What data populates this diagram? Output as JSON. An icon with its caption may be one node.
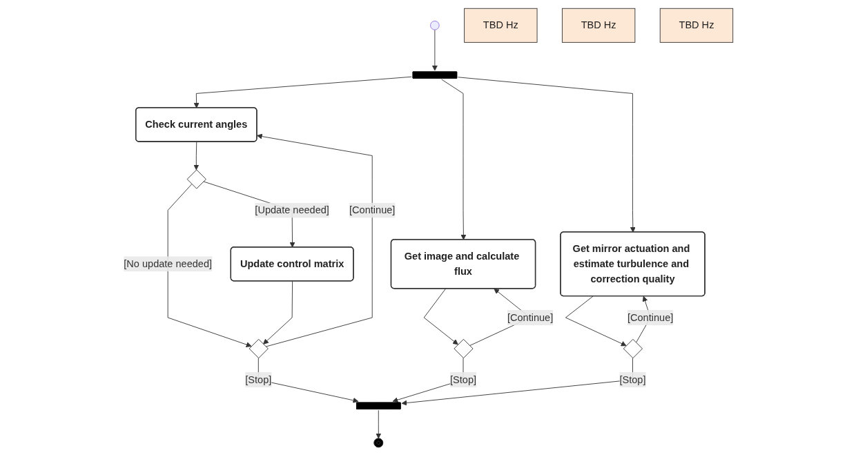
{
  "diagram": {
    "nodes": [
      {
        "text": [],
        "shape": "circle"
      },
      {
        "text": [],
        "shape": "bar"
      },
      {
        "text": [
          "TBD Hz"
        ]
      },
      {
        "text": [
          "Check current angles"
        ]
      },
      {
        "text": [],
        "shape": "diamond"
      },
      {
        "text": [
          "Update control matrix"
        ]
      },
      {
        "text": [],
        "shape": "diamond"
      },
      {
        "text": [
          "TBD Hz"
        ]
      },
      {
        "text": [
          "Get image and calculate flux"
        ]
      },
      {
        "text": [],
        "shape": "diamond"
      },
      {
        "text": [
          "TBD Hz"
        ]
      },
      {
        "text": [
          "Get mirror actuation and estimate turbulence and correction quality"
        ]
      },
      {
        "text": [],
        "shape": "diamond"
      },
      {
        "text": [],
        "shape": "bar"
      },
      {
        "text": [],
        "shape": "bullseye"
      }
    ],
    "edges": [
      {
        "from": 0,
        "to": 1,
        "arrow": "to"
      },
      {
        "from": 1,
        "to": 3,
        "arrow": "to"
      },
      {
        "from": 1,
        "to": 8,
        "arrow": "to"
      },
      {
        "from": 1,
        "to": 11,
        "arrow": "to"
      },
      {
        "from": 3,
        "to": 4,
        "arrow": "to"
      },
      {
        "from": 4,
        "to": 5,
        "arrow": "to",
        "label": "[Update needed]"
      },
      {
        "from": 4,
        "to": 6,
        "arrow": "to",
        "label": "[No update needed]"
      },
      {
        "from": 5,
        "to": 6,
        "arrow": "to"
      },
      {
        "from": 6,
        "to": 3,
        "arrow": "to",
        "label": "[Continue]"
      },
      {
        "from": 6,
        "to": 13,
        "arrow": "to",
        "label": "[Stop]"
      },
      {
        "from": 8,
        "to": 9,
        "arrow": "to"
      },
      {
        "from": 9,
        "to": 8,
        "arrow": "to",
        "label": "[Continue]"
      },
      {
        "from": 9,
        "to": 13,
        "arrow": "to",
        "label": "[Stop]"
      },
      {
        "from": 11,
        "to": 12,
        "arrow": "to"
      },
      {
        "from": 12,
        "to": 11,
        "arrow": "to",
        "label": "[Continue]"
      },
      {
        "from": 12,
        "to": 13,
        "arrow": "to",
        "label": "[Stop]"
      },
      {
        "from": 13,
        "to": 14,
        "arrow": "to"
      }
    ]
  }
}
